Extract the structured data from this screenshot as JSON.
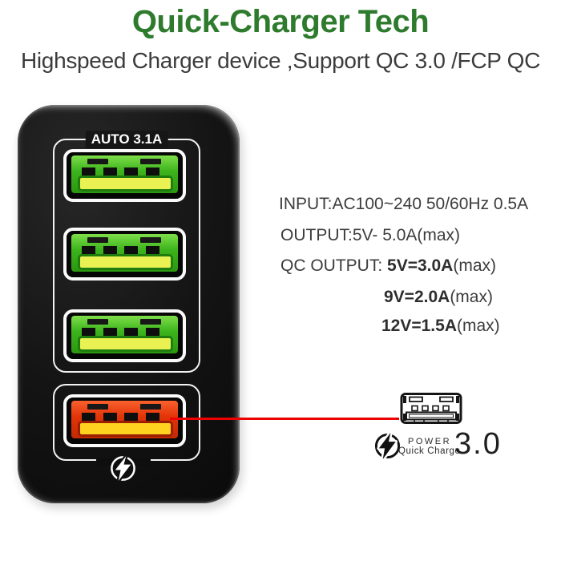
{
  "header": {
    "title": "Quick-Charger Tech",
    "subtitle": "Highspeed Charger device ,Support QC 3.0 /FCP QC"
  },
  "charger": {
    "top_label": "AUTO 3.1A",
    "ports": [
      {
        "name": "USB port 1",
        "color": "green"
      },
      {
        "name": "USB port 2",
        "color": "green"
      },
      {
        "name": "USB port 3",
        "color": "green"
      },
      {
        "name": "Quick Charge port",
        "color": "red"
      }
    ]
  },
  "specs": {
    "line1": "INPUT:AC100~240 50/60Hz 0.5A",
    "line2": "OUTPUT:5V- 5.0A(max)",
    "line3_prefix": "QC OUTPUT: ",
    "line3_value": "5V=3.0A",
    "line3_suffix": "(max)",
    "line4_value": "9V=2.0A",
    "line4_suffix": "(max)",
    "line5_value": "12V=1.5A",
    "line5_suffix": "(max)"
  },
  "qc_logo": {
    "power": "POWER",
    "quick_charge": "Quick Charge",
    "version": "3.0"
  },
  "colors": {
    "title_green": "#2e7b2e",
    "text_gray": "#3c3c3c",
    "port_green": "#3cb31c",
    "port_red": "#e23408",
    "tongue_yellow_green": "#e9f153",
    "tongue_yellow": "#ffd21f",
    "line_red": "#ee0000"
  }
}
